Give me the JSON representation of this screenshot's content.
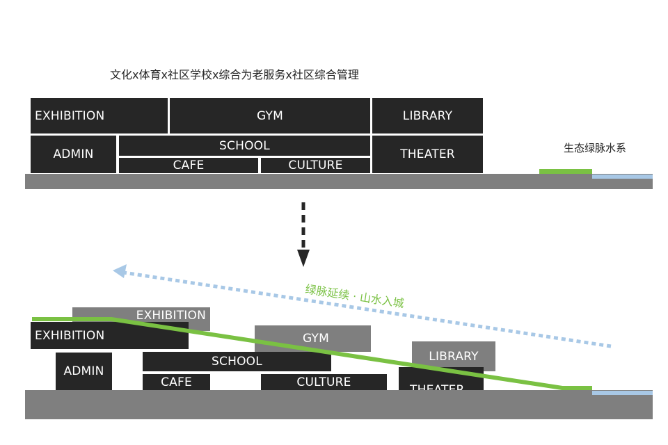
{
  "heading": "文化x体育x社区学校x综合为老服务x社区综合管理",
  "water_label": "生态绿脉水系",
  "slogan": "绿脉延续 · 山水入城",
  "colors": {
    "block_dark": "#262626",
    "block_grey": "#7f7f7f",
    "ground": "#7f7f7f",
    "green": "#7ac143",
    "water": "#a8c8e6",
    "arrow_dark": "#262626",
    "arrow_blue": "#a8c8e6"
  },
  "top_blocks": {
    "exhibition": "EXHIBITION",
    "gym": "GYM",
    "library": "LIBRARY",
    "admin": "ADMIN",
    "school": "SCHOOL",
    "theater": "THEATER",
    "cafe": "CAFE",
    "culture": "CULTURE"
  },
  "bottom_blocks": {
    "exhibition_upper": "EXHIBITION",
    "exhibition_lower": "EXHIBITION",
    "gym": "GYM",
    "library": "LIBRARY",
    "admin": "ADMIN",
    "school": "SCHOOL",
    "theater": "THEATER",
    "cafe": "CAFE",
    "culture": "CULTURE"
  }
}
